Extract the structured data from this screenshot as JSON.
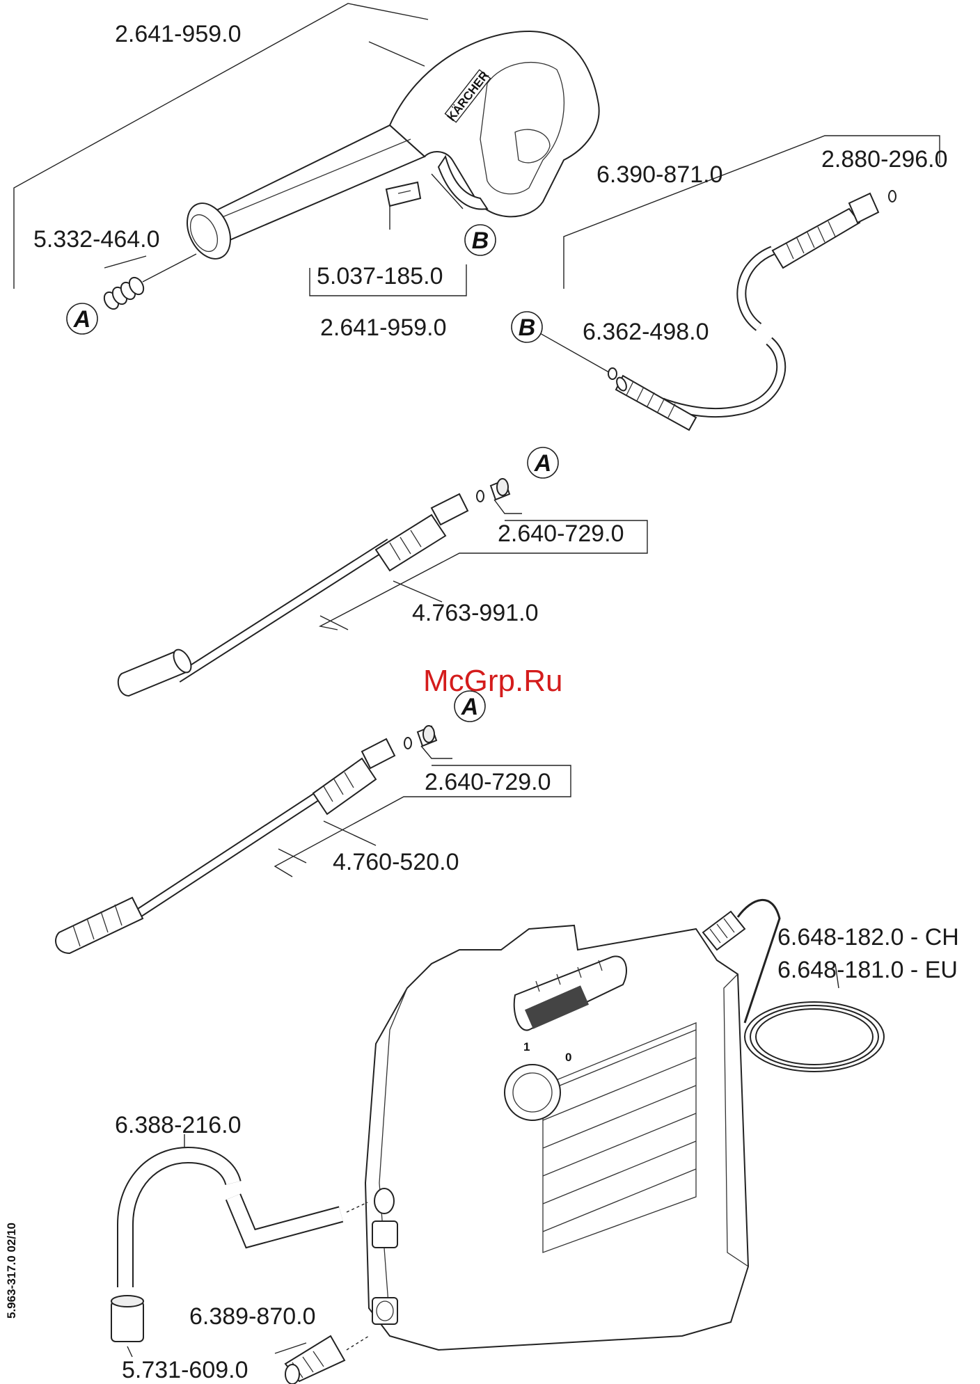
{
  "diagram": {
    "watermark": "McGrp.Ru",
    "document_number": "5.963-317.0  02/10",
    "brand_on_gun": "KÄRCHER",
    "switch_labels": {
      "on": "1",
      "off": "0"
    },
    "callouts": {
      "A": "A",
      "B": "B"
    },
    "part_labels": {
      "gun_top": "2.641-959.0",
      "seal_spring": "5.332-464.0",
      "clip": "5.037-185.0",
      "gun_bottom": "2.641-959.0",
      "hose_assembly": "6.390-871.0",
      "oring_hose_end": "2.880-296.0",
      "hose_oring": "6.362-498.0",
      "nozzle_set_1": "2.640-729.0",
      "lance_1": "4.763-991.0",
      "nozzle_set_2": "2.640-729.0",
      "lance_2": "4.760-520.0",
      "cable_ch": "6.648-182.0 - CH",
      "cable_eu": "6.648-181.0 - EU",
      "suction_hose": "6.388-216.0",
      "coupling": "6.389-870.0",
      "filter": "5.731-609.0"
    }
  }
}
